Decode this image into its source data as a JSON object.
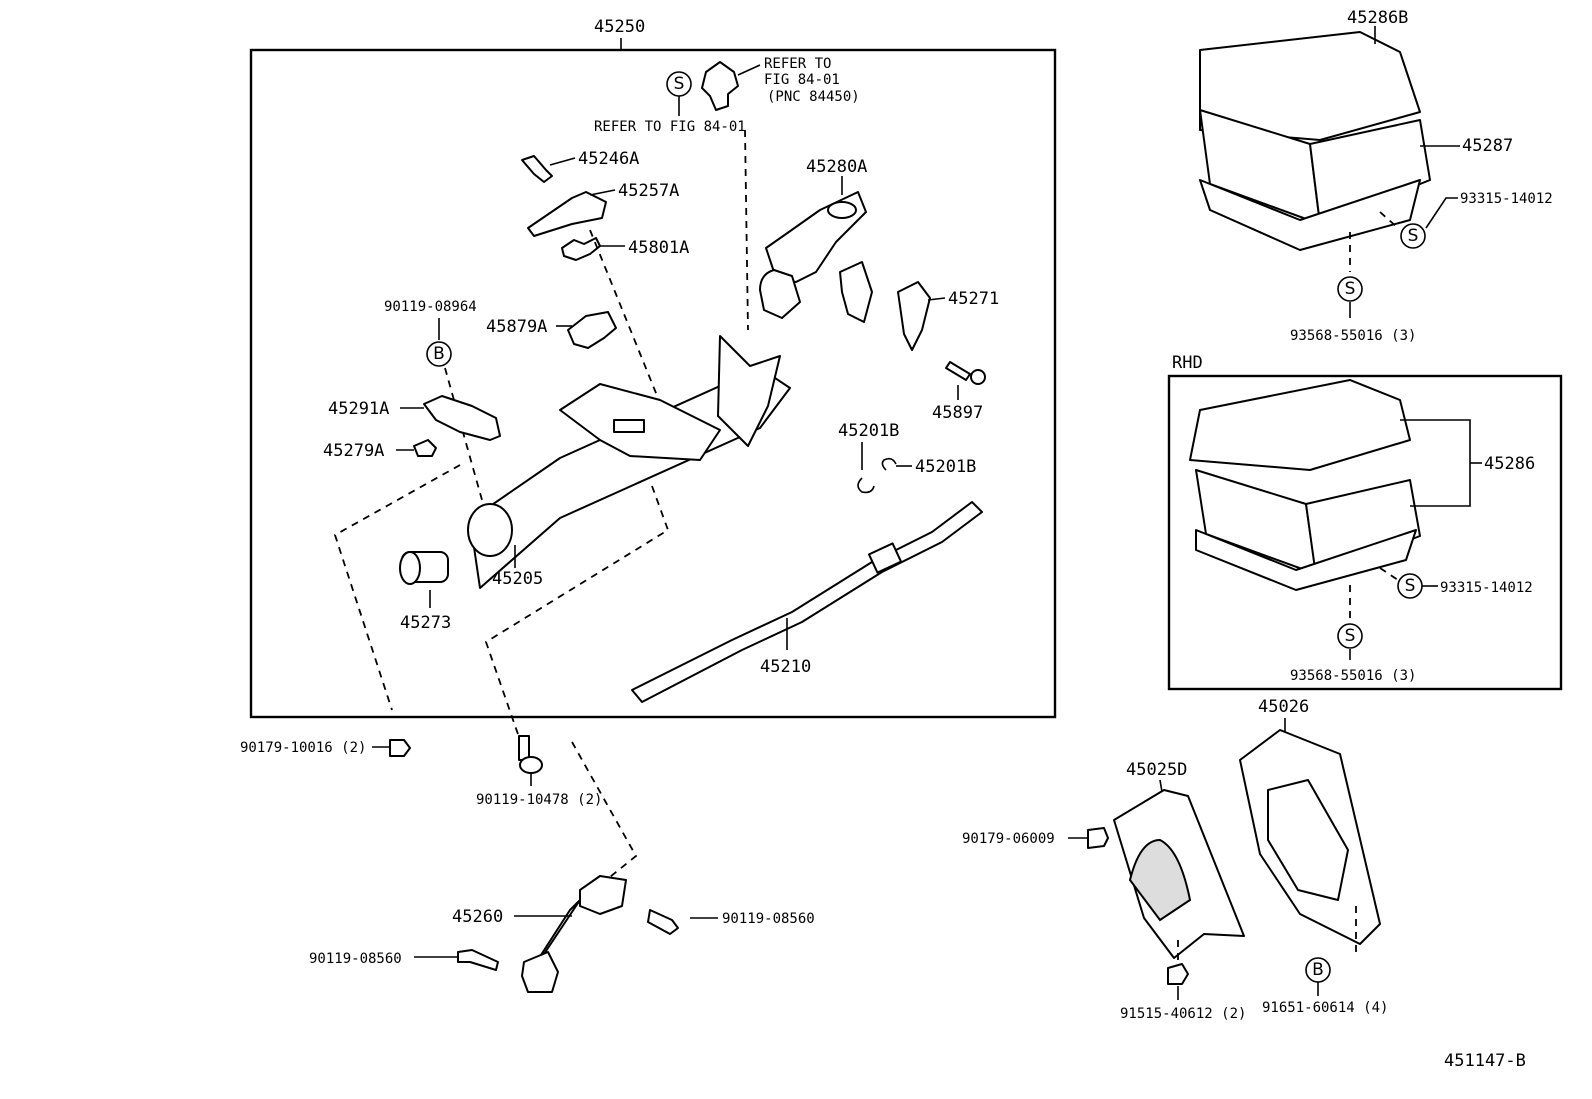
{
  "labels": {
    "p45250": "45250",
    "refer_top_1": "REFER TO",
    "refer_top_2": "FIG 84-01",
    "refer_top_3": "(PNC 84450)",
    "refer_left": "REFER TO FIG 84-01",
    "p45246A": "45246A",
    "p45257A": "45257A",
    "p45801A": "45801A",
    "p45280A": "45280A",
    "p45271": "45271",
    "p90119_08964": "90119-08964",
    "p45879A": "45879A",
    "p45291A": "45291A",
    "p45279A": "45279A",
    "p45897": "45897",
    "p45201B_a": "45201B",
    "p45201B_b": "45201B",
    "p45205": "45205",
    "p45273": "45273",
    "p45210": "45210",
    "p90179_10016": "90179-10016 (2)",
    "p90119_10478": "90119-10478 (2)",
    "p45260": "45260",
    "p90119_08560_r": "90119-08560",
    "p90119_08560_l": "90119-08560",
    "p45286B": "45286B",
    "p45287": "45287",
    "p93315_a": "93315-14012",
    "p93568_a": "93568-55016 (3)",
    "rhd": "RHD",
    "p45286": "45286",
    "p93315_b": "93315-14012",
    "p93568_b": "93568-55016 (3)",
    "p45026": "45026",
    "p45025D": "45025D",
    "p90179_06009": "90179-06009",
    "p91515": "91515-40612 (2)",
    "p91651": "91651-60614 (4)",
    "figure_id": "451147-B"
  },
  "symbols": {
    "s": "S",
    "b": "B"
  }
}
